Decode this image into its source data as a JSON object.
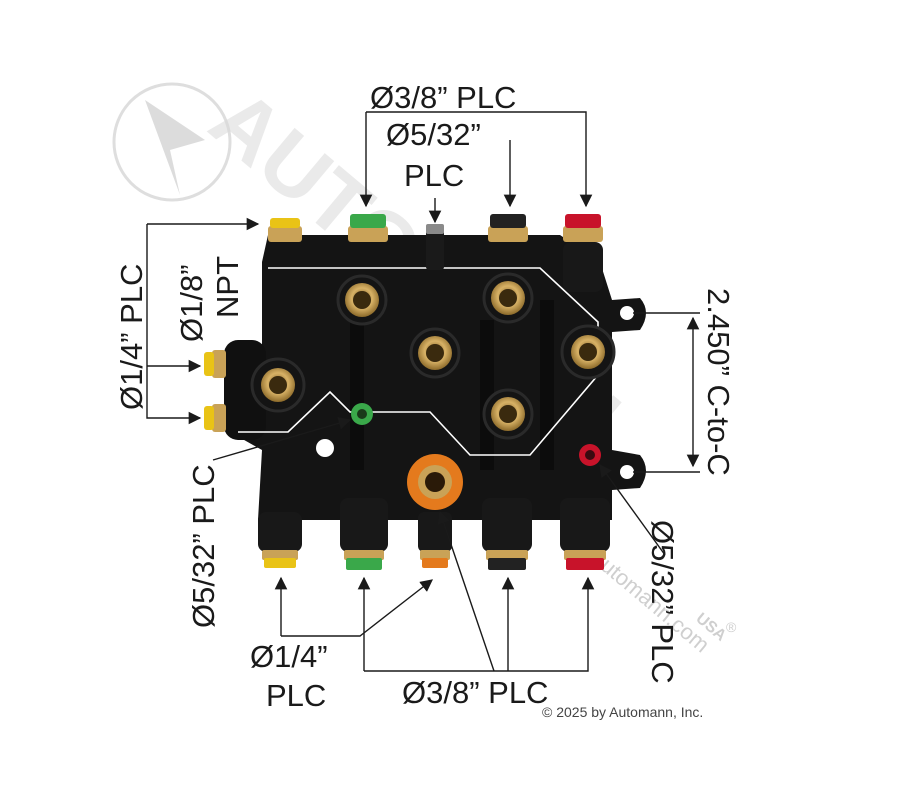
{
  "watermark": {
    "brand": "AUTOMANN",
    "site": "automann.com",
    "suffix": "USA",
    "registered": "®"
  },
  "labels": {
    "top_plc_3_8": "Ø3/8” PLC",
    "top_plc_5_32": "Ø5/32”",
    "top_plc_5_32_b": "PLC",
    "left_1_4_plc": "Ø1/4” PLC",
    "left_1_8": "Ø1/8”",
    "left_npt": "NPT",
    "left_5_32_plc": "Ø5/32” PLC",
    "bottom_1_4": "Ø1/4”",
    "bottom_1_4_plc": "PLC",
    "bottom_3_8_plc": "Ø3/8” PLC",
    "right_c_to_c": "2.450” C-to-C",
    "right_5_32_plc": "Ø5/32” PLC"
  },
  "copyright": "© 2025 by Automann, Inc.",
  "colors": {
    "body": "#141414",
    "brass": "#c9a257",
    "yellow": "#e9c316",
    "green": "#3aa84a",
    "orange": "#e47a1d",
    "red": "#c8132a",
    "black_cap": "#222222",
    "gray_cap": "#8a8a8a"
  }
}
